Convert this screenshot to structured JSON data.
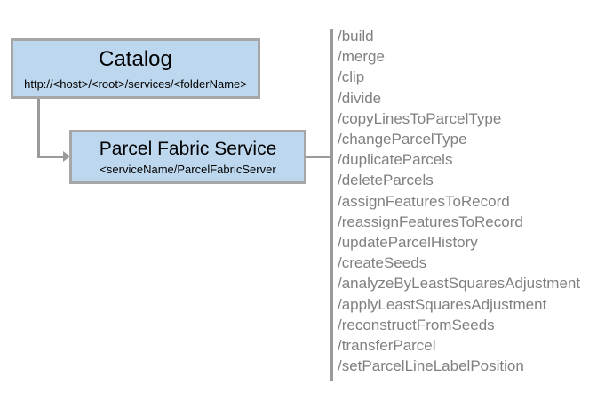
{
  "diagram": {
    "background_color": "#ffffff",
    "node_fill_color": "#bdd7ee",
    "node_border_color": "#a6a6a6",
    "connector_color": "#9a9a9a",
    "operation_text_color": "#808080",
    "nodes": {
      "catalog": {
        "title": "Catalog",
        "subtitle": "http://<host>/<root>/services/<folderName>"
      },
      "service": {
        "title": "Parcel Fabric Service",
        "subtitle": "<serviceName/ParcelFabricServer"
      }
    },
    "operations": [
      "/build",
      "/merge",
      "/clip",
      "/divide",
      "/copyLinesToParcelType",
      "/changeParcelType",
      "/duplicateParcels",
      "/deleteParcels",
      "/assignFeaturesToRecord",
      "/reassignFeaturesToRecord",
      "/updateParcelHistory",
      "/createSeeds",
      "/analyzeByLeastSquaresAdjustment",
      "/applyLeastSquaresAdjustment",
      "/reconstructFromSeeds",
      "/transferParcel",
      "/setParcelLineLabelPosition"
    ]
  }
}
